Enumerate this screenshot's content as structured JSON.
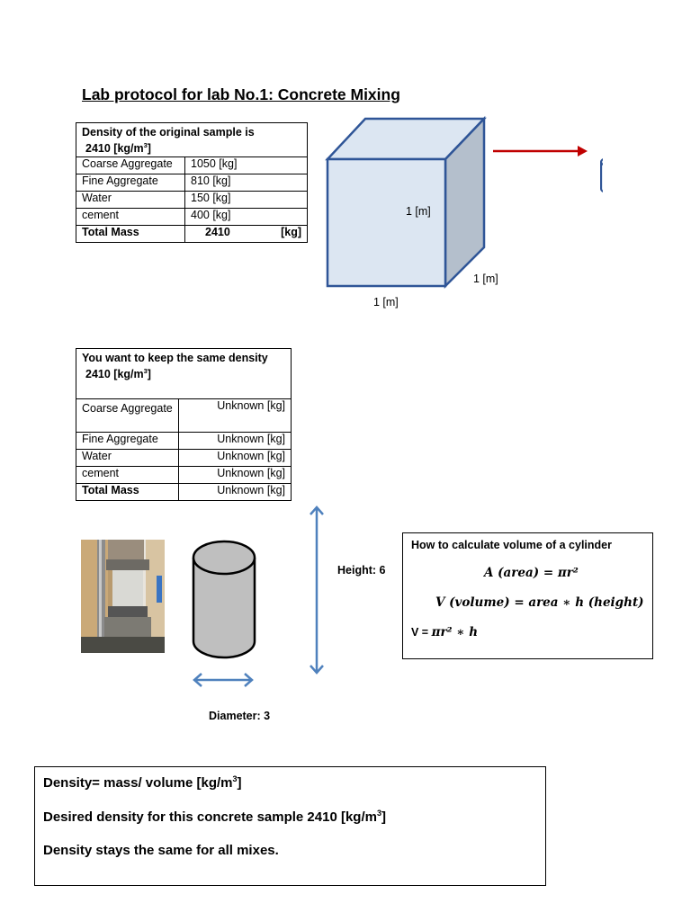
{
  "title": "Lab protocol for lab No.1: Concrete Mixing",
  "table1": {
    "header_line1": "Density of the original sample is",
    "header_line2": "2410 [kg/m",
    "header_sup": "3",
    "header_end": "]",
    "rows": [
      {
        "label": "Coarse Aggregate",
        "value": "1050 [kg]"
      },
      {
        "label": "Fine Aggregate",
        "value": "810 [kg]"
      },
      {
        "label": "Water",
        "value": "150 [kg]"
      },
      {
        "label": "cement",
        "value": "400 [kg]"
      }
    ],
    "total_label": "Total Mass",
    "total_value": "2410",
    "total_unit": "[kg]"
  },
  "cube": {
    "height_label": "1 [m]",
    "depth_label": "1 [m]",
    "width_label": "1 [m]",
    "arrow_color": "#c00000"
  },
  "table2": {
    "header_line1": "You want to keep the same density",
    "header_line2": "2410 [kg/m",
    "header_sup": "3",
    "header_end": "]",
    "rows": [
      {
        "label": "Coarse Aggregate",
        "value": "Unknown [kg]"
      },
      {
        "label": "Fine Aggregate",
        "value": "Unknown [kg]"
      },
      {
        "label": "Water",
        "value": "Unknown [kg]"
      },
      {
        "label": "cement",
        "value": "Unknown [kg]"
      }
    ],
    "total_label": "Total Mass",
    "total_value": "Unknown [kg]"
  },
  "cylinder": {
    "height_label": "Height: 6",
    "diameter_label": "Diameter: 3",
    "arrow_color": "#4f81bd"
  },
  "formula": {
    "heading": "How to calculate volume of a cylinder",
    "line1": "A (area) = πr²",
    "line2": "V (volume) = area ∗ h (height)",
    "line3_prefix": "V = ",
    "line3": "πr² ∗ h"
  },
  "notes": {
    "line1": "Density= mass/ volume [kg/m",
    "line1_sup": "3",
    "line1_end": "]",
    "line2": "Desired density for this concrete sample 2410 [kg/m",
    "line2_sup": "3",
    "line2_end": "]",
    "line3": "Density stays the same for all mixes."
  }
}
